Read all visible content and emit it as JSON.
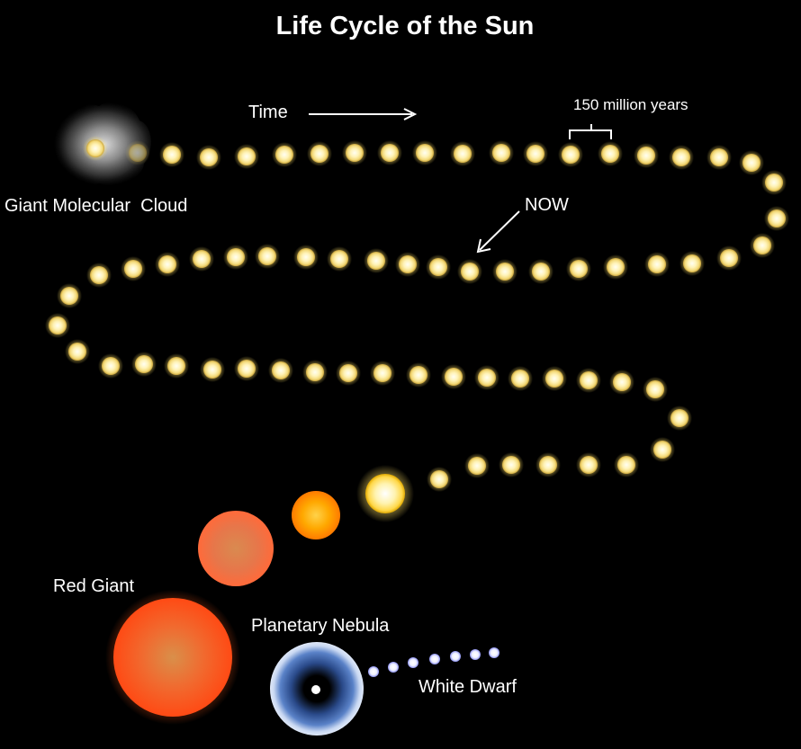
{
  "title": "Life Cycle of the Sun",
  "labels": {
    "time": "Time",
    "span": "150 million years",
    "cloud": "Giant Molecular  Cloud",
    "now": "NOW",
    "red_giant": "Red Giant",
    "nebula": "Planetary Nebula",
    "white_dwarf": "White Dwarf"
  },
  "colors": {
    "background": "#000000",
    "sun": "#fff2b0",
    "sun_core": "#fffde6",
    "sun_glow": "#ffe066",
    "orange_star": "#ff9a00",
    "red_star": "#ff6a30",
    "red_giant": "#ff5a1a",
    "nebula_ring": "#4a6fb5",
    "white_dwarf": "#ffffff",
    "cloud": "#9a9a9a"
  },
  "stages": [
    "Giant Molecular Cloud",
    "Sun",
    "Red Giant",
    "Planetary Nebula",
    "White Dwarf"
  ]
}
